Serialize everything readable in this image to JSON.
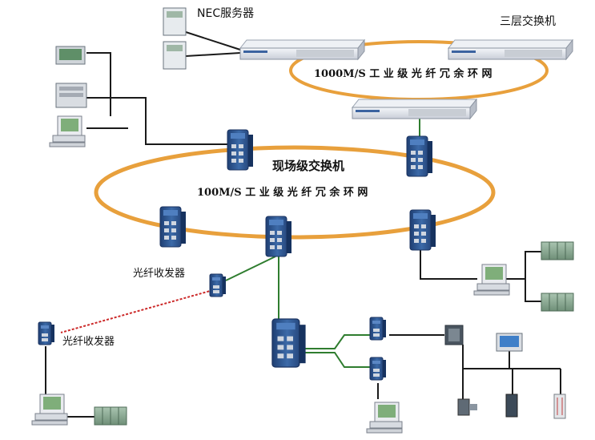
{
  "labels": {
    "nec_server": "NEC服务器",
    "layer3_switch": "三层交换机",
    "top_ring": "1000M/S 工 业 级 光 纤 冗 余 环 网",
    "field_switch": "现场级交换机",
    "field_ring": "100M/S 工 业 级 光 纤 冗 余 环 网",
    "fiber_transceiver_top": "光纤收发器",
    "fiber_transceiver_bottom": "光纤收发器"
  },
  "colors": {
    "ring": "#e8a03c",
    "link_black": "#1a1a1a",
    "link_green": "#2f7d2f",
    "link_fiber_red": "#cc2a2a",
    "switch_body": "#2b4f86",
    "rack_switch": "#dfe3ea",
    "plc_green": "#8fae97"
  },
  "icons": [
    "nec-server-icon",
    "rack-switch-icon",
    "industrial-switch-icon",
    "fiber-transceiver-icon",
    "computer-workstation-icon",
    "plc-module-icon",
    "sensor-device-icon"
  ]
}
